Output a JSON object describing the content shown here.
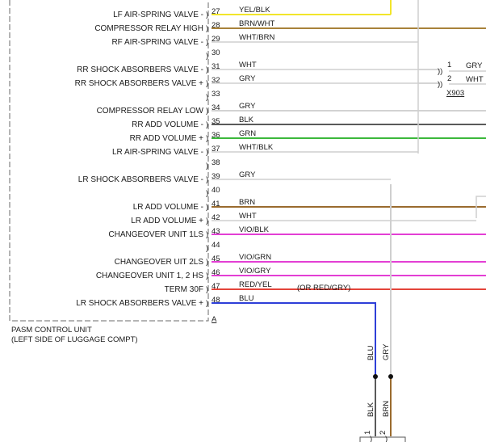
{
  "control_unit": {
    "name_line1": "PASM CONTROL UNIT",
    "name_line2": "(LEFT SIDE OF LUGGAGE COMPT)",
    "connector": "A"
  },
  "pins": [
    {
      "pin": "27",
      "label": "LF AIR-SPRING VALVE -",
      "wire": "YEL/BLK",
      "color": "#f2e52a"
    },
    {
      "pin": "28",
      "label": "COMPRESSOR RELAY HIGH",
      "wire": "BRN/WHT",
      "color": "#a8823a"
    },
    {
      "pin": "29",
      "label": "RF AIR-SPRING VALVE -",
      "wire": "WHT/BRN",
      "color": "#cfcfcf"
    },
    {
      "pin": "30",
      "label": "",
      "wire": "",
      "color": ""
    },
    {
      "pin": "31",
      "label": "RR SHOCK ABSORBERS VALVE -",
      "wire": "WHT",
      "color": "#cfcfcf"
    },
    {
      "pin": "32",
      "label": "RR SHOCK ABSORBERS VALVE +",
      "wire": "GRY",
      "color": "#cfcfcf"
    },
    {
      "pin": "33",
      "label": "",
      "wire": "",
      "color": ""
    },
    {
      "pin": "34",
      "label": "COMPRESSOR RELAY LOW",
      "wire": "GRY",
      "color": "#c4c4c4"
    },
    {
      "pin": "35",
      "label": "RR ADD VOLUME -",
      "wire": "BLK",
      "color": "#5a5a5a"
    },
    {
      "pin": "36",
      "label": "RR ADD VOLUME +",
      "wire": "GRN",
      "color": "#3cb83c"
    },
    {
      "pin": "37",
      "label": "LR AIR-SPRING VALVE -",
      "wire": "WHT/BLK",
      "color": "#cfcfcf"
    },
    {
      "pin": "38",
      "label": "",
      "wire": "",
      "color": ""
    },
    {
      "pin": "39",
      "label": "LR SHOCK ABSORBERS VALVE -",
      "wire": "GRY",
      "color": "#cfcfcf"
    },
    {
      "pin": "40",
      "label": "",
      "wire": "",
      "color": ""
    },
    {
      "pin": "41",
      "label": "LR ADD VOLUME -",
      "wire": "BRN",
      "color": "#9a6b2e"
    },
    {
      "pin": "42",
      "label": "LR ADD VOLUME +",
      "wire": "WHT",
      "color": "#cfcfcf"
    },
    {
      "pin": "43",
      "label": "CHANGEOVER UNIT 1LS",
      "wire": "VIO/BLK",
      "color": "#e33fd4"
    },
    {
      "pin": "44",
      "label": "",
      "wire": "",
      "color": ""
    },
    {
      "pin": "45",
      "label": "CHANGEOVER UIT 2LS",
      "wire": "VIO/GRN",
      "color": "#e33fd4"
    },
    {
      "pin": "46",
      "label": "CHANGEOVER UNIT 1, 2 HS",
      "wire": "VIO/GRY",
      "color": "#e33fd4"
    },
    {
      "pin": "47",
      "label": "TERM 30F",
      "wire": "RED/YEL",
      "color": "#e3443a"
    },
    {
      "pin": "48",
      "label": "LR SHOCK ABSORBERS VALVE +",
      "wire": "BLU",
      "color": "#2e3fd8"
    }
  ],
  "notes": {
    "pin47_alt": "(OR RED/GRY)"
  },
  "connector_x903": {
    "name": "X903",
    "pins": [
      {
        "pin": "1",
        "wire": "GRY"
      },
      {
        "pin": "2",
        "wire": "WHT"
      }
    ]
  },
  "lower_wires": {
    "blu": "BLU",
    "gry": "GRY",
    "blk": "BLK",
    "brn": "BRN",
    "pin1": "1",
    "pin2": "2"
  }
}
